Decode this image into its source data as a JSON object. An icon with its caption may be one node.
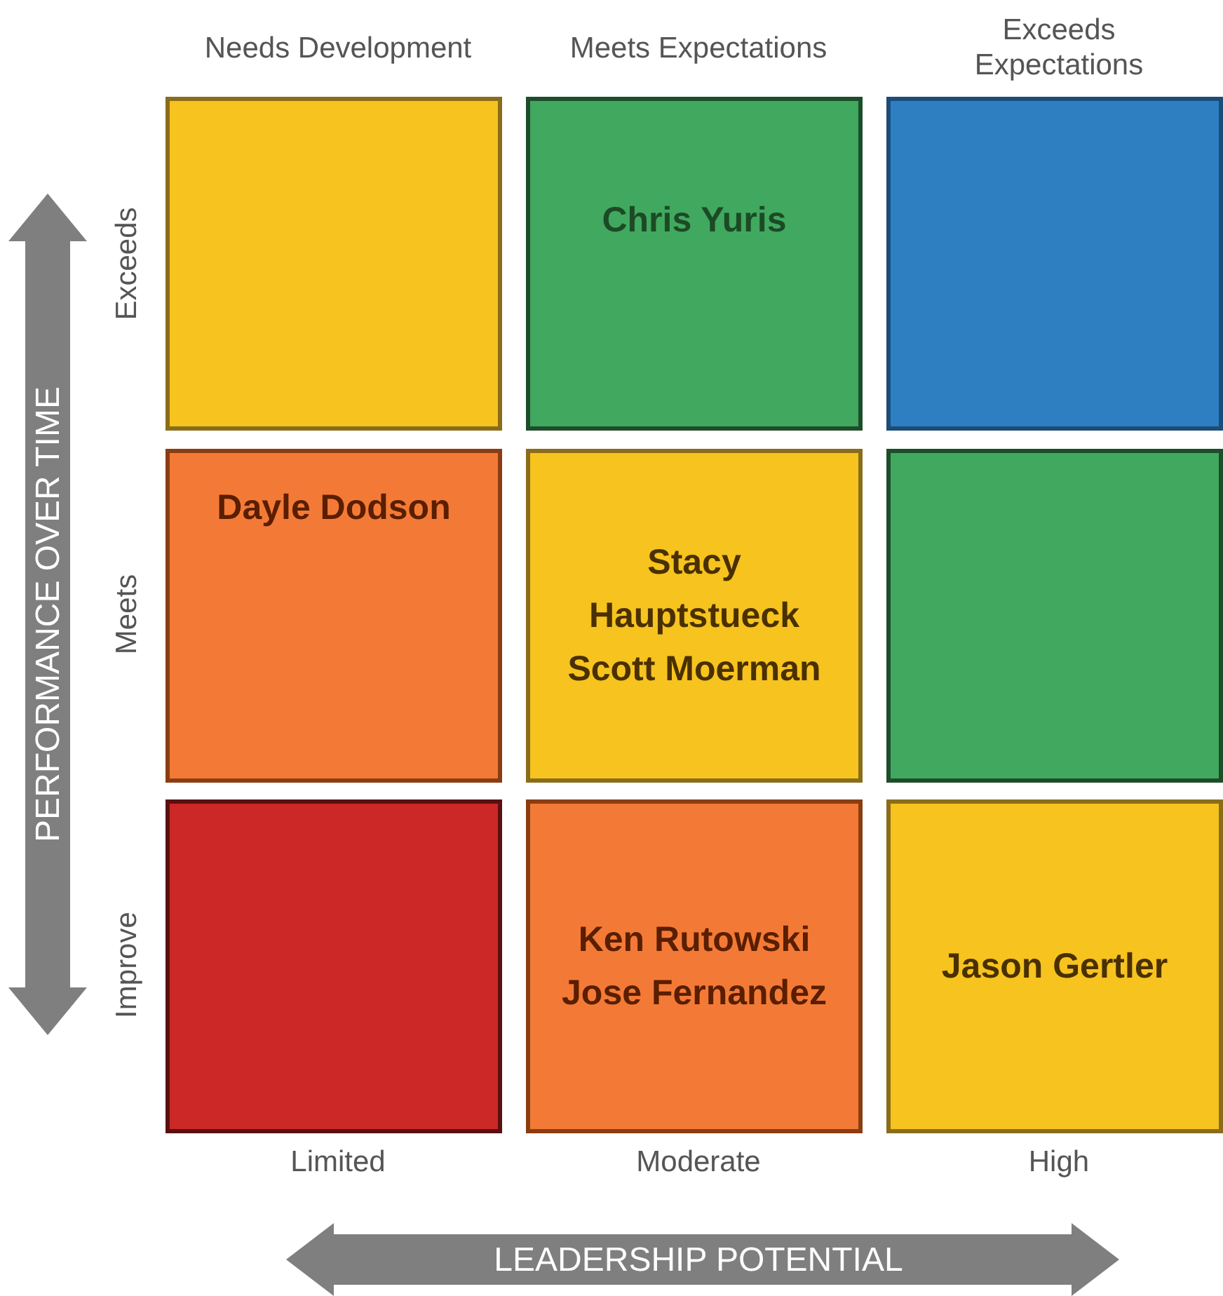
{
  "diagram": {
    "nodes": [
      {
        "text": [],
        "shape": "box"
      },
      {
        "text": [
          "Chris Yuris"
        ]
      },
      {
        "text": [],
        "shape": "box"
      },
      {
        "text": [
          "Dayle Dodson"
        ]
      },
      {
        "text": [
          "Stacy Hauptstueck",
          "Scott Moerman"
        ]
      },
      {
        "text": [],
        "shape": "box"
      },
      {
        "text": [],
        "shape": "box"
      },
      {
        "text": [
          "Ken Rutowski",
          "Jose Fernandez"
        ]
      },
      {
        "text": [
          "Jason Gertler"
        ]
      }
    ],
    "edges": [],
    "labels": [
      "Needs Development",
      "Meets Expectations",
      "Exceeds Expectations",
      "PERFORMANCE OVER TIME",
      "Exceeds",
      "Meets",
      "Improve",
      "Limited",
      "Moderate",
      "High",
      "LEADERSHIP POTENTIAL"
    ]
  }
}
